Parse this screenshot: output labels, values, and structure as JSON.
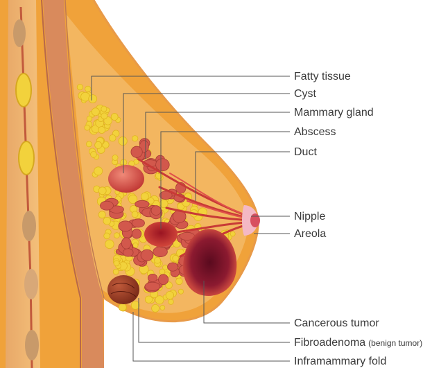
{
  "labels": {
    "fatty_tissue": "Fatty tissue",
    "cyst": "Cyst",
    "mammary_gland": "Mammary gland",
    "abscess": "Abscess",
    "duct": "Duct",
    "nipple": "Nipple",
    "areola": "Areola",
    "cancerous_tumor": "Cancerous tumor",
    "fibroadenoma": "Fibroadenoma",
    "fibroadenoma_note": "(benign tumor)",
    "inframammary_fold": "Inframammary fold"
  },
  "colors": {
    "skin_outer": "#f0a23a",
    "skin_inner": "#f3b660",
    "muscle": "#d98a5c",
    "fat": "#f2d23c",
    "gland": "#d2584c",
    "duct": "#c83a36",
    "tumor": "#7a1428",
    "areola": "#f4b8c4"
  }
}
